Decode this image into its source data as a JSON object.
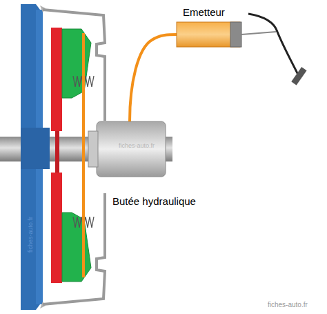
{
  "diagram": {
    "labels": [
      "Emetteur",
      "Butée hydraulique",
      "fiches-auto.fr",
      "fiches-auto.fr",
      "fiches-auto.fr"
    ]
  }
}
